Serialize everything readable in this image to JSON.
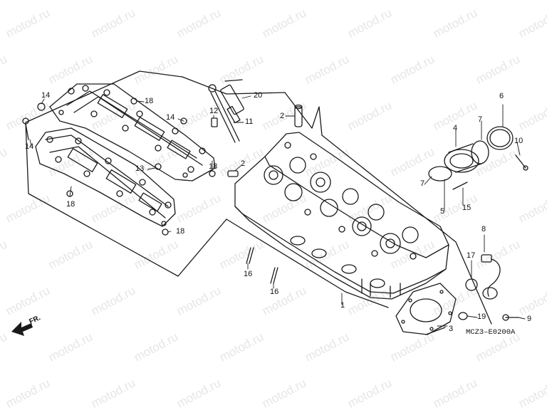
{
  "watermark_text": "motod.ru",
  "diagram_code": "MCZ3–E0200A",
  "front_marker": "FR.",
  "callouts": {
    "c1": "1",
    "c2a": "2",
    "c2b": "2",
    "c3": "3",
    "c4": "4",
    "c5": "5",
    "c6": "6",
    "c7a": "7",
    "c7b": "7",
    "c8": "8",
    "c9": "9",
    "c10": "10",
    "c11": "11",
    "c12": "12",
    "c13": "13",
    "c14a": "14",
    "c14b": "14",
    "c14c": "14",
    "c15": "15",
    "c16a": "16",
    "c16b": "16",
    "c17": "17",
    "c18a": "18",
    "c18b": "18",
    "c18c": "18",
    "c18d": "18",
    "c19": "19",
    "c20": "20"
  },
  "colors": {
    "line": "#1a1a1a",
    "watermark": "#e6e6e6",
    "background": "#ffffff"
  }
}
